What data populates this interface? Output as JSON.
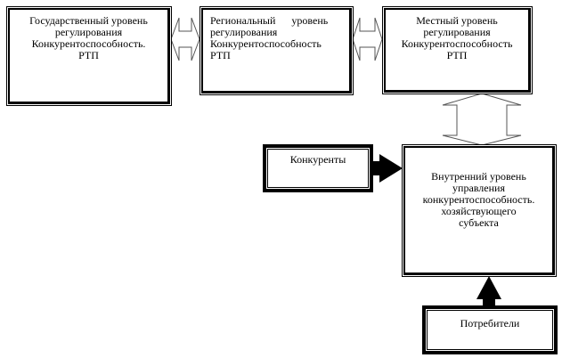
{
  "boxes": {
    "state": {
      "lines": [
        "Государственный уровень",
        "регулирования",
        "Конкурентоспособность.",
        "РТП"
      ]
    },
    "regional": {
      "lines": [
        "Региональный      уровень",
        "регулирования",
        "Конкурентоспособность",
        "РТП"
      ]
    },
    "local": {
      "lines": [
        "Местный уровень",
        "регулирования",
        "Конкурентоспособность",
        "РТП"
      ]
    },
    "competitors": {
      "lines": [
        "Конкуренты"
      ]
    },
    "internal": {
      "lines": [
        "Внутренний уровень",
        "управления",
        "конкурентоспособность.",
        "хозяйствующего",
        "субъекта"
      ]
    },
    "consumers": {
      "lines": [
        "Потребители"
      ]
    }
  },
  "connections": [
    {
      "from": "state",
      "to": "regional",
      "type": "double-arrow-outline"
    },
    {
      "from": "regional",
      "to": "local",
      "type": "double-arrow-outline"
    },
    {
      "from": "local",
      "to": "internal",
      "type": "double-arrow-outline"
    },
    {
      "from": "competitors",
      "to": "internal",
      "type": "arrow-solid"
    },
    {
      "from": "consumers",
      "to": "internal",
      "type": "arrow-solid"
    }
  ]
}
